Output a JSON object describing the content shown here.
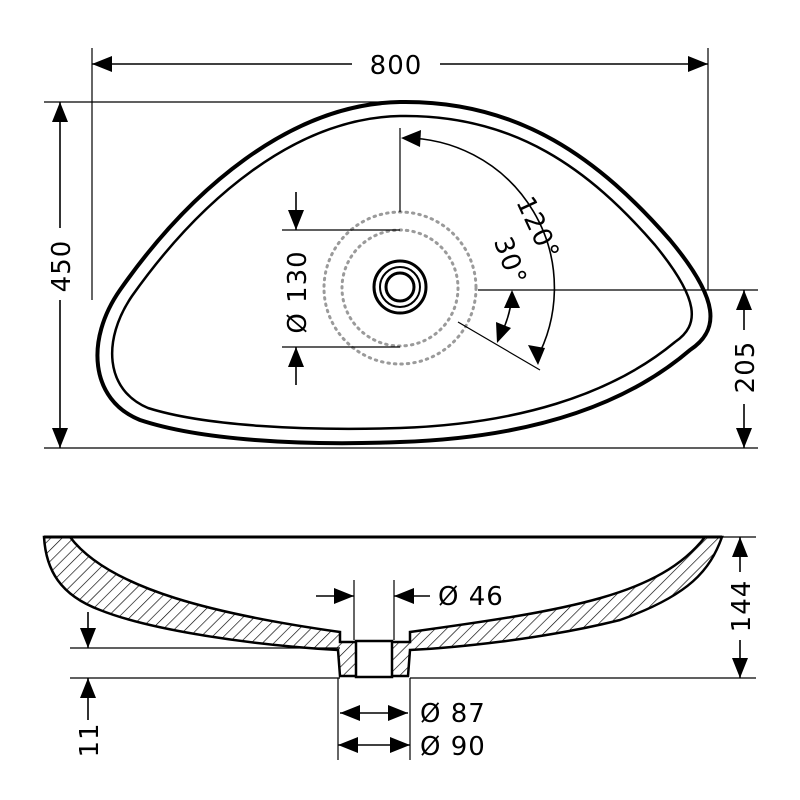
{
  "top_view": {
    "dims": {
      "width": "800",
      "height": "450",
      "offset": "205",
      "tap_hole_diameter": "Ø 130",
      "angle_large": "120°",
      "angle_small": "30°"
    }
  },
  "section_view": {
    "dims": {
      "depth": "144",
      "drain_diameter": "Ø 46",
      "outer_diameter_87": "Ø 87",
      "outer_diameter_90": "Ø 90",
      "base_height": "11"
    }
  }
}
